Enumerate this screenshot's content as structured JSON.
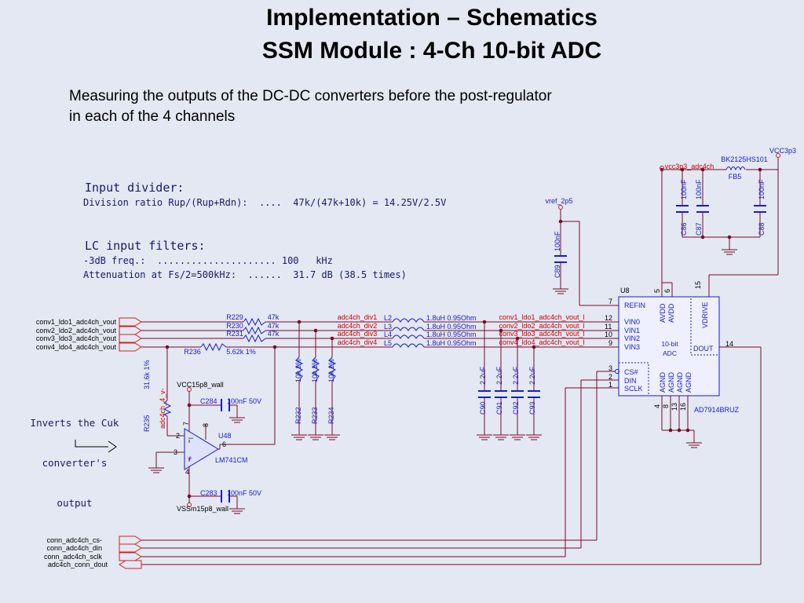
{
  "title": {
    "line1": "Implementation – Schematics",
    "line2": "SSM Module : 4-Ch 10-bit ADC"
  },
  "intro": {
    "line1": "Measuring the outputs of the DC-DC converters before the post-regulator",
    "line2": "in each of the 4 channels"
  },
  "notes": {
    "input_divider_title": "Input divider:",
    "input_divider_line": "Division ratio Rup/(Rup+Rdn):  ....  47k/(47k+10k) = 14.25V/2.5V",
    "lc_title": "LC input filters:",
    "lc_line1": "-3dB freq.:  ..................... 100   kHz",
    "lc_line2": "Attenuation at Fs/2=500kHz:  ......  31.7 dB (38.5 times)",
    "inverts_line1": "Inverts the Cuk",
    "inverts_line2": "converter's",
    "inverts_line3": "output"
  },
  "colors": {
    "background": "#e3e8f2",
    "wire": "#7a0a2a",
    "component": "#1a1acc",
    "label_red": "#cc0000",
    "ic_fill": "#eef0ff"
  },
  "power": {
    "vcc3p3": "VCC3p3",
    "vcc3p3_adc4ch": "vcc3p3_adc4ch",
    "ferrite": "BK2125HS101",
    "ferrite_ref": "FB5",
    "vref": "vref_2p5",
    "vcc15": "VCC15p8_wall",
    "vss15": "VSSm15p8_wall"
  },
  "caps": {
    "c86": {
      "ref": "C86",
      "val": "100nF"
    },
    "c87": {
      "ref": "C87",
      "val": "100nF"
    },
    "c88": {
      "ref": "C88",
      "val": "100nF"
    },
    "c89": {
      "ref": "C89",
      "val": "100nF"
    },
    "c90": {
      "ref": "C90",
      "val": "2.2uF"
    },
    "c91": {
      "ref": "C91",
      "val": "2.2uF"
    },
    "c92": {
      "ref": "C92",
      "val": "2.2uF"
    },
    "c93": {
      "ref": "C93",
      "val": "2.2uF"
    },
    "c283": {
      "ref": "C283",
      "val": "100nF 50V"
    },
    "c284": {
      "ref": "C284",
      "val": "100nF 50V"
    }
  },
  "inputs": [
    "conv1_ldo1_adc4ch_vout",
    "conv2_ldo2_adc4ch_vout",
    "conv3_ldo3_adc4ch_vout",
    "conv4_ldo4_adc4ch_vout"
  ],
  "resistors_up": [
    {
      "ref": "R229",
      "val": "47k"
    },
    {
      "ref": "R230",
      "val": "47k"
    },
    {
      "ref": "R231",
      "val": "47k"
    }
  ],
  "r236": {
    "ref": "R236",
    "val": "5.62k 1%"
  },
  "r235": {
    "ref": "R235",
    "val": "31.6k 1%"
  },
  "inv_net": "adc4ch_4_v-",
  "divs": [
    "adc4ch_div1",
    "adc4ch_div2",
    "adc4ch_div3",
    "adc4ch_div4"
  ],
  "inductors": [
    {
      "ref": "L2",
      "val": "1.8uH 0.95Ohm"
    },
    {
      "ref": "L3",
      "val": "1.8uH 0.95Ohm"
    },
    {
      "ref": "L4",
      "val": "1.8uH 0.95Ohm"
    },
    {
      "ref": "L5",
      "val": "1.8uH 0.95Ohm"
    }
  ],
  "vouts": [
    "conv1_ldo1_adc4ch_vout_l",
    "conv2_ldo2_adc4ch_vout_l",
    "conv3_ldo3_adc4ch_vout_l",
    "conv4_ldo4_adc4ch_vout_l"
  ],
  "resistors_dn": [
    {
      "ref": "R232",
      "val": "10k 1%"
    },
    {
      "ref": "R233",
      "val": "10k 1%"
    },
    {
      "ref": "R234",
      "val": "10k 1%"
    }
  ],
  "opamp": {
    "ref": "U48",
    "part": "LM741CM",
    "pin2": "2",
    "pin3": "3",
    "pin4": "4",
    "pin6": "6",
    "pin7": "7",
    "pin8": "8"
  },
  "adc": {
    "ref": "U8",
    "part": "AD7914BRUZ",
    "desc1": "10-bit",
    "desc2": "ADC",
    "refin": "REFIN",
    "vin0": "VIN0",
    "vin1": "VIN1",
    "vin2": "VIN2",
    "vin3": "VIN3",
    "cs": "CS#",
    "din": "DIN",
    "sclk": "SCLK",
    "avdd": "AVDD",
    "vdrive": "VDRIVE",
    "dout": "DOUT",
    "agnd": "AGND",
    "pin7": "7",
    "pin12": "12",
    "pin11": "11",
    "pin10": "10",
    "pin9": "9",
    "pin3": "3",
    "pin2": "2",
    "pin1": "1",
    "pin5": "5",
    "pin6": "6",
    "pin15": "15",
    "pin14": "14",
    "pin4": "4",
    "pin8": "8",
    "pin13": "13",
    "pin16": "16"
  },
  "conns": [
    "conn_adc4ch_cs-",
    "conn_adc4ch_din",
    "conn_adc4ch_sclk",
    "adc4ch_conn_dout"
  ]
}
